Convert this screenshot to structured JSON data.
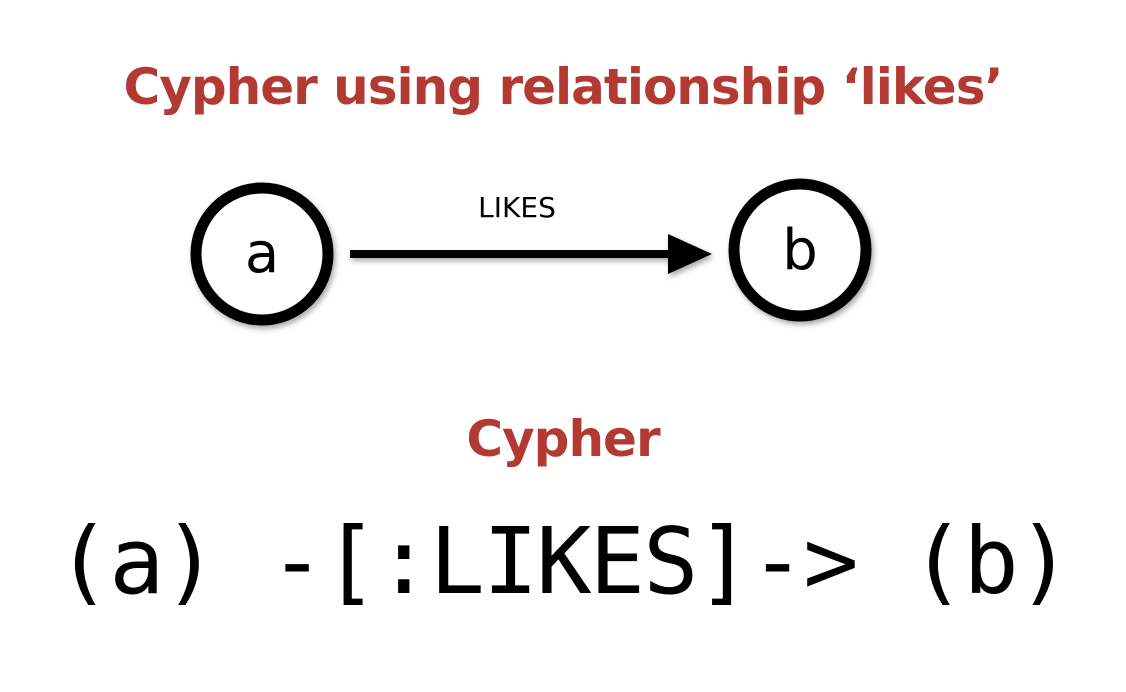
{
  "title": "Cypher using relationship ‘likes’",
  "diagram": {
    "source_node": "a",
    "target_node": "b",
    "relationship_label": "LIKES"
  },
  "section_title": "Cypher",
  "code": "(a) -[:LIKES]-> (b)",
  "colors": {
    "title": "#b33a32",
    "ink": "#000000",
    "background": "#ffffff"
  }
}
